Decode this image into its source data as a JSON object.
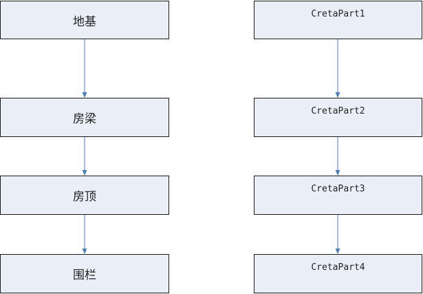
{
  "left_column": {
    "nodes": [
      {
        "label": "地基"
      },
      {
        "label": "房梁"
      },
      {
        "label": "房顶"
      },
      {
        "label": "围栏"
      }
    ],
    "edges": [
      {
        "from": 0,
        "to": 1
      },
      {
        "from": 1,
        "to": 2
      },
      {
        "from": 2,
        "to": 3
      }
    ]
  },
  "right_column": {
    "nodes": [
      {
        "label": "CretaPart1"
      },
      {
        "label": "CretaPart2"
      },
      {
        "label": "CretaPart3"
      },
      {
        "label": "CretaPart4"
      }
    ],
    "edges": [
      {
        "from": 0,
        "to": 1
      },
      {
        "from": 1,
        "to": 2
      },
      {
        "from": 2,
        "to": 3
      }
    ]
  },
  "colors": {
    "node_fill": "#e9eef7",
    "node_border": "#1a1a1a",
    "arrow_color": "#4a7ebb",
    "text_color": "#222222"
  }
}
